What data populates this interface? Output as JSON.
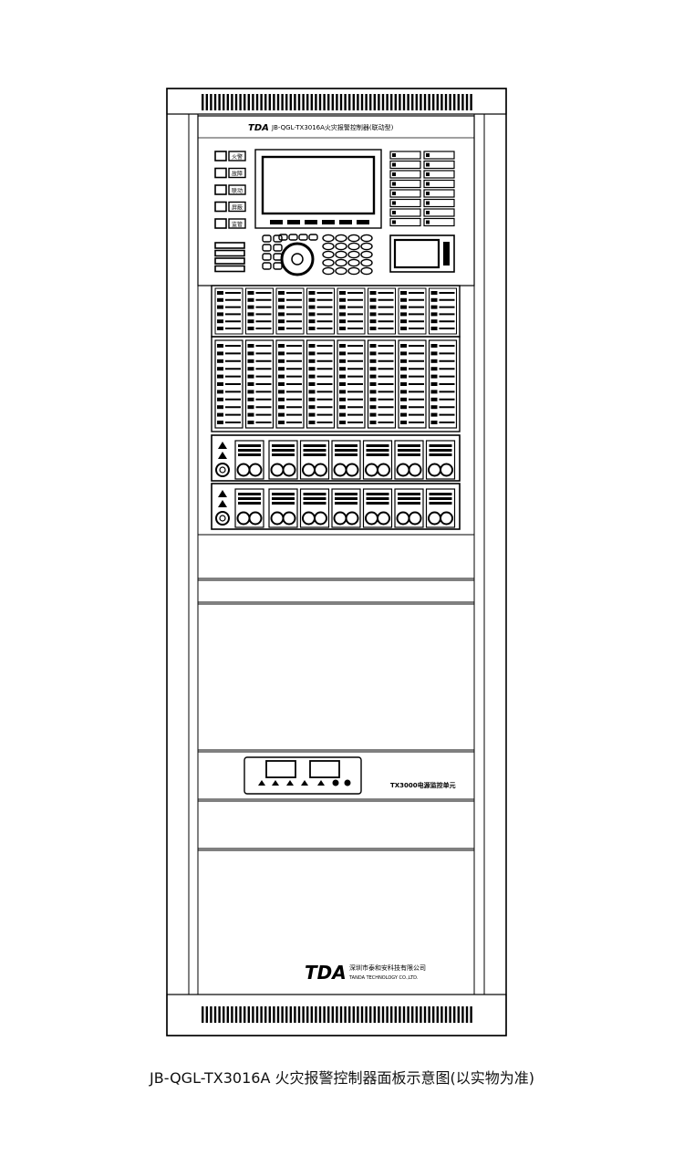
{
  "caption": "JB-QGL-TX3016A 火灾报警控制器面板示意图(以实物为准)",
  "panel": {
    "header_logo": "TDA",
    "header_model": "JB-QGL-TX3016A火灾报警控制器(联动型)",
    "left_buttons": [
      "火警",
      "故障",
      "联动",
      "屏蔽",
      "监管"
    ],
    "power_unit_label": "TX3000电源监控单元",
    "footer_logo": "TDA",
    "company_cn": "深圳市泰和安科技有限公司",
    "company_en": "TANDA TECHNOLOGY CO.,LTD."
  },
  "colors": {
    "line": "#000000",
    "background": "#ffffff"
  }
}
